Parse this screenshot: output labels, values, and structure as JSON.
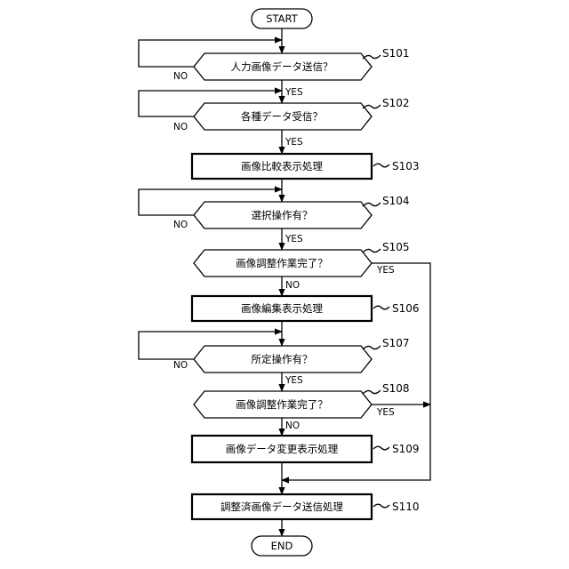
{
  "nodes": {
    "start": "START",
    "s101": "人力画像データ送信？",
    "s102": "各種データ受信？",
    "s103": "画像比較表示処理",
    "s104": "選択操作有？",
    "s105": "画像調整作業完了？",
    "s106": "画像編集表示処理",
    "s107": "所定操作有？",
    "s108": "画像調整作業完了？",
    "s109": "画像データ変更表示処理",
    "s110": "調整済画像データ送信処理",
    "end": "END"
  },
  "steps": {
    "s101": "S101",
    "s102": "S102",
    "s103": "S103",
    "s104": "S104",
    "s105": "S105",
    "s106": "S106",
    "s107": "S107",
    "s108": "S108",
    "s109": "S109",
    "s110": "S110"
  },
  "labels": {
    "yes": "YES",
    "no": "NO"
  }
}
